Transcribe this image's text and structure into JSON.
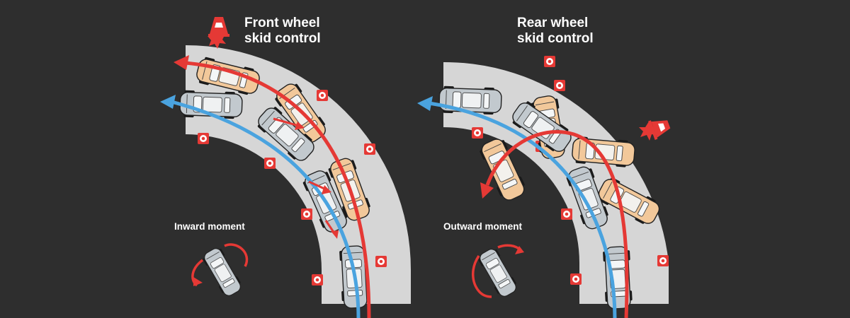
{
  "left_panel": {
    "title_line1": "Front wheel",
    "title_line2": "skid control",
    "moment_label": "Inward moment"
  },
  "right_panel": {
    "title_line1": "Rear wheel",
    "title_line2": "skid control",
    "moment_label": "Outward moment"
  },
  "colors": {
    "background": "#2e2e2e",
    "road": "#d6d6d6",
    "intended_path": "#4aa3df",
    "skid_path": "#e53935",
    "controlled_car": "#c2c9ce",
    "uncontrolled_car": "#f2c89a",
    "cone": "#e53935"
  },
  "icons": [
    "cone-icon",
    "impact-burst-icon",
    "car-icon",
    "rotation-arrow-icon",
    "arrowhead-icon"
  ]
}
